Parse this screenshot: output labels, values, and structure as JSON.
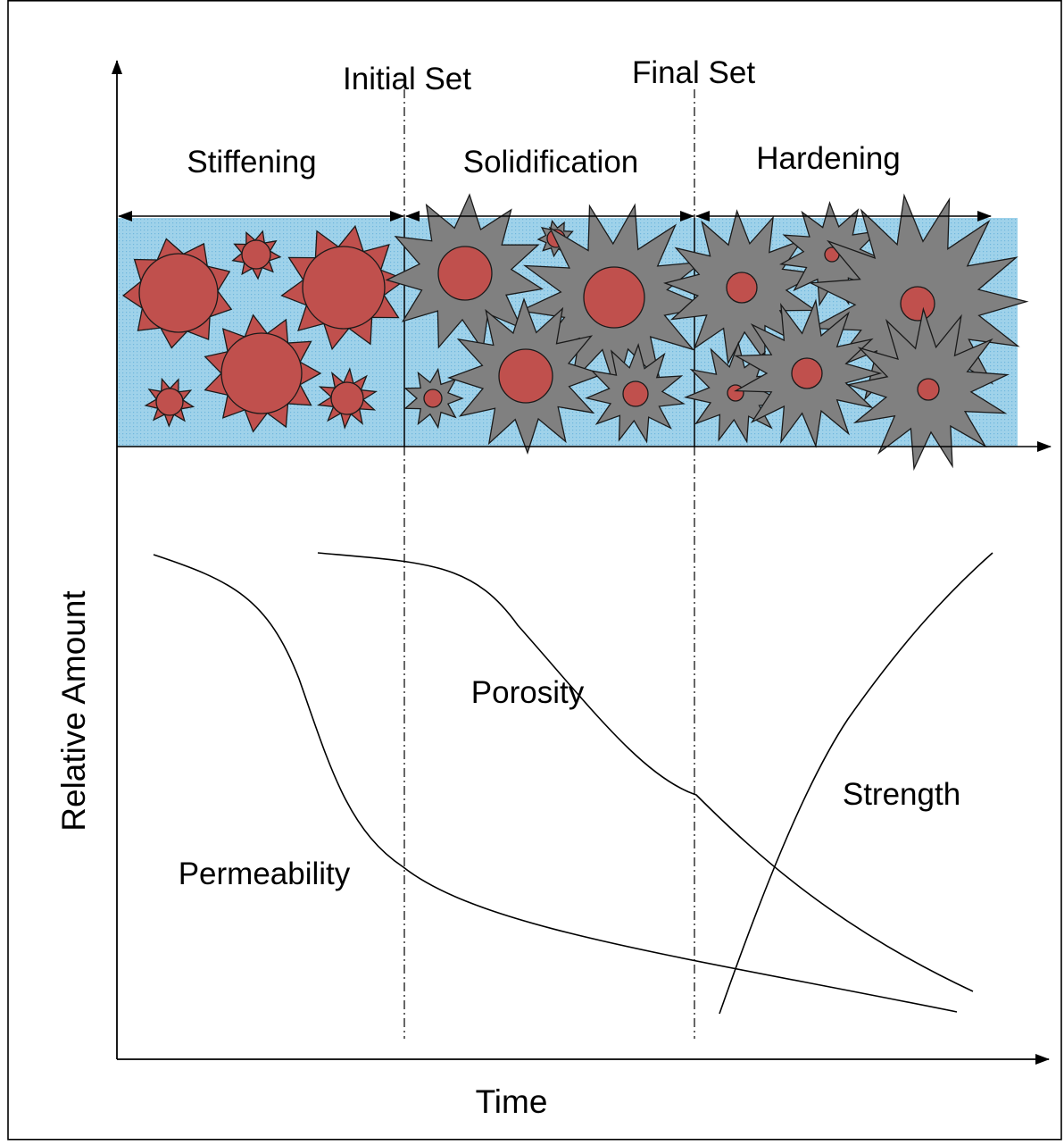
{
  "diagram": {
    "phase_markers": [
      "Initial Set",
      "Final Set"
    ],
    "stages": [
      "Stiffening",
      "Solidification",
      "Hardening"
    ],
    "axes": {
      "y_label": "Relative Amount",
      "x_label": "Time"
    },
    "curves": [
      "Permeability",
      "Porosity",
      "Strength"
    ],
    "colors": {
      "band": "#9fd2ea",
      "band_dot": "#6fb7dd",
      "particle_core": "#c0504d",
      "hydrate": "#808080",
      "outline": "#1a1a1a",
      "line": "#000000"
    }
  }
}
